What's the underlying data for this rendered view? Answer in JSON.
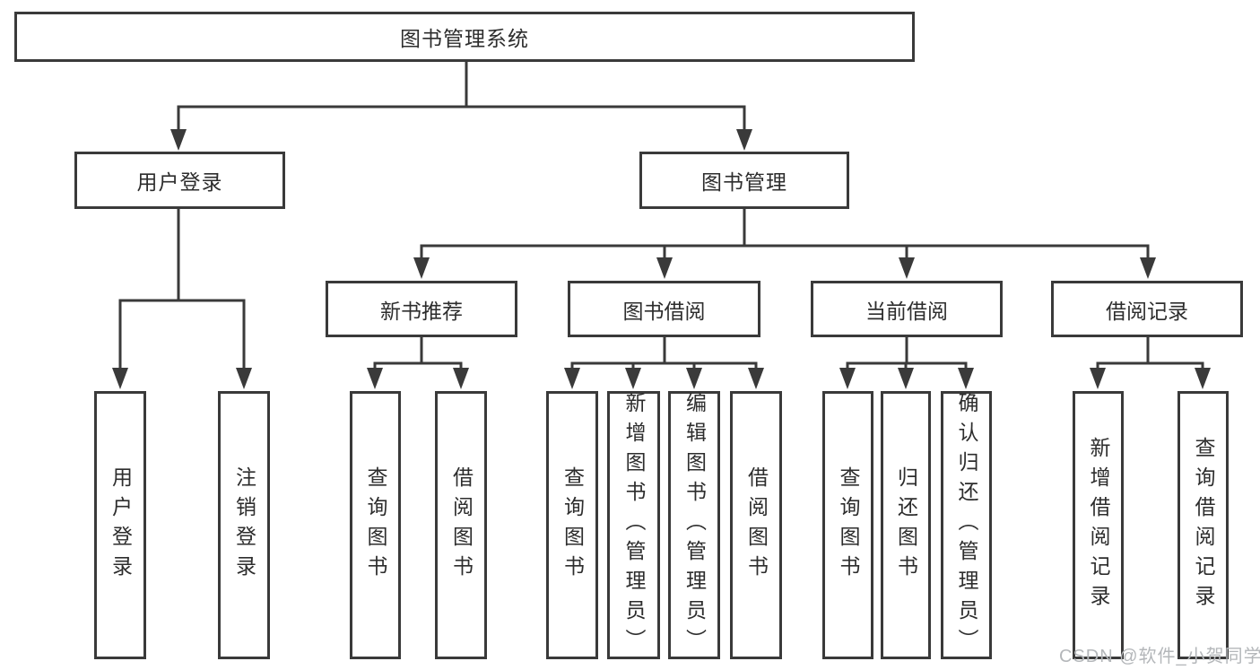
{
  "diagram": {
    "root": {
      "label": "图书管理系统",
      "children": [
        {
          "label": "用户登录",
          "children": [
            {
              "label": "用户登录"
            },
            {
              "label": "注销登录"
            }
          ]
        },
        {
          "label": "图书管理",
          "children": [
            {
              "label": "新书推荐",
              "children": [
                {
                  "label": "查询图书"
                },
                {
                  "label": "借阅图书"
                }
              ]
            },
            {
              "label": "图书借阅",
              "children": [
                {
                  "label": "查询图书"
                },
                {
                  "label": "新增图书（管理员）"
                },
                {
                  "label": "编辑图书（管理员）"
                },
                {
                  "label": "借阅图书"
                }
              ]
            },
            {
              "label": "当前借阅",
              "children": [
                {
                  "label": "查询图书"
                },
                {
                  "label": "归还图书"
                },
                {
                  "label": "确认归还（管理员）"
                }
              ]
            },
            {
              "label": "借阅记录",
              "children": [
                {
                  "label": "新增借阅记录"
                },
                {
                  "label": "查询借阅记录"
                }
              ]
            }
          ]
        }
      ]
    }
  },
  "watermark": {
    "text": "CSDN @软件_小贺同学"
  },
  "colors": {
    "line": "#3a3a3a",
    "box_border": "#3a3a3a",
    "box_fill": "#ffffff",
    "text": "#2d2d2d",
    "watermark": "#b4b7ba",
    "background": "#ffffff"
  }
}
